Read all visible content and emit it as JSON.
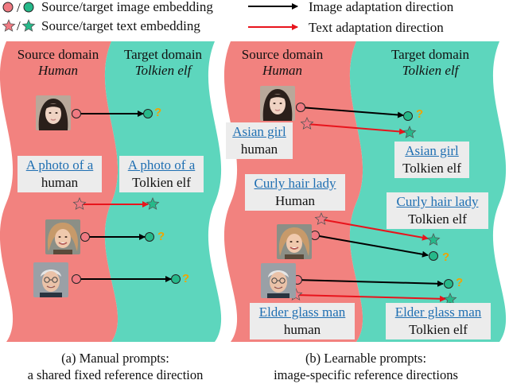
{
  "legend": {
    "image_embedding": "Source/target image embedding",
    "text_embedding": "Source/target text embedding",
    "image_direction": "Image adaptation direction",
    "text_direction": "Text adaptation direction",
    "slash": "/"
  },
  "panel_a": {
    "source_title": "Source domain",
    "source_sub": "Human",
    "target_title": "Target domain",
    "target_sub": "Tolkien elf",
    "source_prompt": {
      "context": "A photo of a",
      "class": "human"
    },
    "target_prompt": {
      "context": "A photo of a",
      "class": "Tolkien elf"
    },
    "caption_line1": "(a) Manual prompts:",
    "caption_line2": "a shared fixed reference direction"
  },
  "panel_b": {
    "source_title": "Source domain",
    "source_sub": "Human",
    "target_title": "Target domain",
    "target_sub": "Tolkien elf",
    "prompts": [
      {
        "context": "Asian girl",
        "source_class": "human",
        "target_class": "Tolkien elf"
      },
      {
        "context": "Curly hair lady",
        "source_class": "Human",
        "target_class": "Tolkien elf"
      },
      {
        "context": "Elder glass man",
        "source_class": "human",
        "target_class": "Tolkien elf"
      }
    ],
    "caption_line1": "(b) Learnable prompts:",
    "caption_line2": "image-specific reference directions"
  },
  "question_mark": "?",
  "colors": {
    "source_band": "#f2827f",
    "target_band": "#5dd6bd",
    "source_marker": "#f07a82",
    "target_marker": "#26b98a",
    "image_arrow": "#000000",
    "text_arrow": "#e8141c",
    "question": "#f0a400",
    "link": "#1f6fb2"
  }
}
